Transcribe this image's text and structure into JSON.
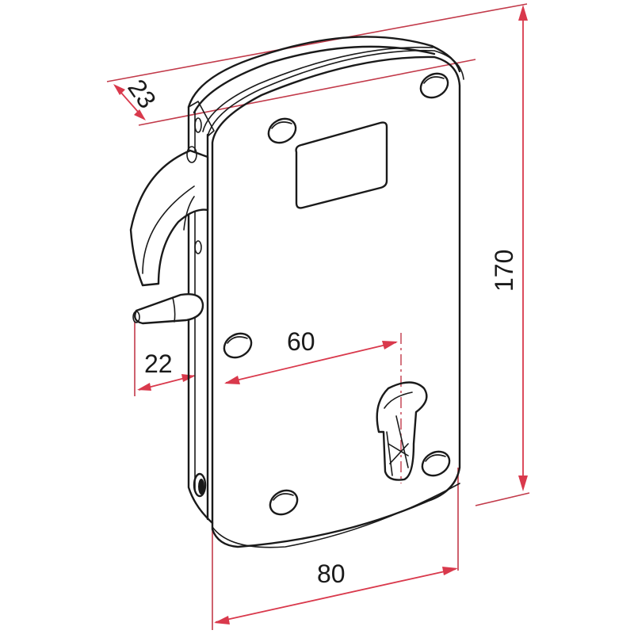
{
  "drawing": {
    "subject": "Surface-mounted lock with latch and euro cylinder cutout",
    "colors": {
      "outline": "#1a1a1a",
      "dimension": "#d9394c",
      "background": "#ffffff"
    }
  },
  "dimensions": {
    "depth": {
      "value": "23",
      "unit": "mm"
    },
    "height": {
      "value": "170",
      "unit": "mm"
    },
    "width": {
      "value": "80",
      "unit": "mm"
    },
    "backset": {
      "value": "60",
      "unit": "mm"
    },
    "latch_projection": {
      "value": "22",
      "unit": "mm"
    }
  }
}
